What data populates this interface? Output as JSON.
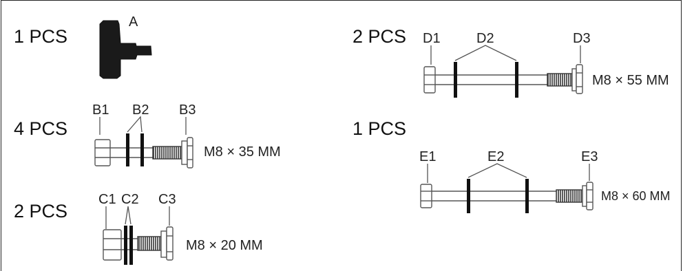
{
  "parts": [
    {
      "id": "A",
      "qty": "1 PCS",
      "labels": [
        "A"
      ],
      "size": ""
    },
    {
      "id": "B",
      "qty": "4 PCS",
      "labels": [
        "B1",
        "B2",
        "B3"
      ],
      "size": "M8 × 35 MM"
    },
    {
      "id": "C",
      "qty": "2 PCS",
      "labels": [
        "C1",
        "C2",
        "C3"
      ],
      "size": "M8 × 20 MM"
    },
    {
      "id": "D",
      "qty": "2 PCS",
      "labels": [
        "D1",
        "D2",
        "D3"
      ],
      "size": "M8 × 55 MM"
    },
    {
      "id": "E",
      "qty": "1 PCS",
      "labels": [
        "E1",
        "E2",
        "E3"
      ],
      "size": "M8 × 60 MM"
    }
  ]
}
